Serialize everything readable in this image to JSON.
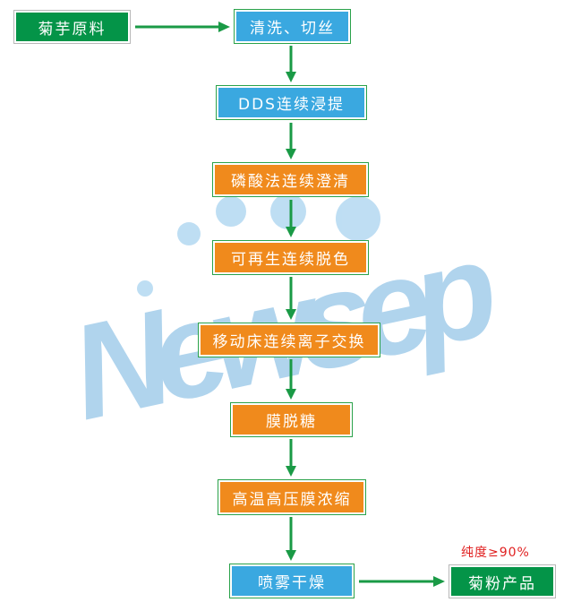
{
  "watermark": "Newsep",
  "steps": [
    {
      "label": "菊芋原料"
    },
    {
      "label": "清洗、切丝"
    },
    {
      "label": "DDS连续浸提"
    },
    {
      "label": "磷酸法连续澄清"
    },
    {
      "label": "可再生连续脱色"
    },
    {
      "label": "移动床连续离子交换"
    },
    {
      "label": "膜脱糖"
    },
    {
      "label": "高温高压膜浓缩"
    },
    {
      "label": "喷雾干燥"
    },
    {
      "label": "菊粉产品"
    }
  ],
  "purity_note": "纯度≥90%",
  "colors": {
    "green": "#049448",
    "blue": "#3aa8e0",
    "orange": "#f08a1c",
    "arrow": "#1a9a46",
    "note": "#e02020",
    "watermark": "#9ccbea"
  }
}
